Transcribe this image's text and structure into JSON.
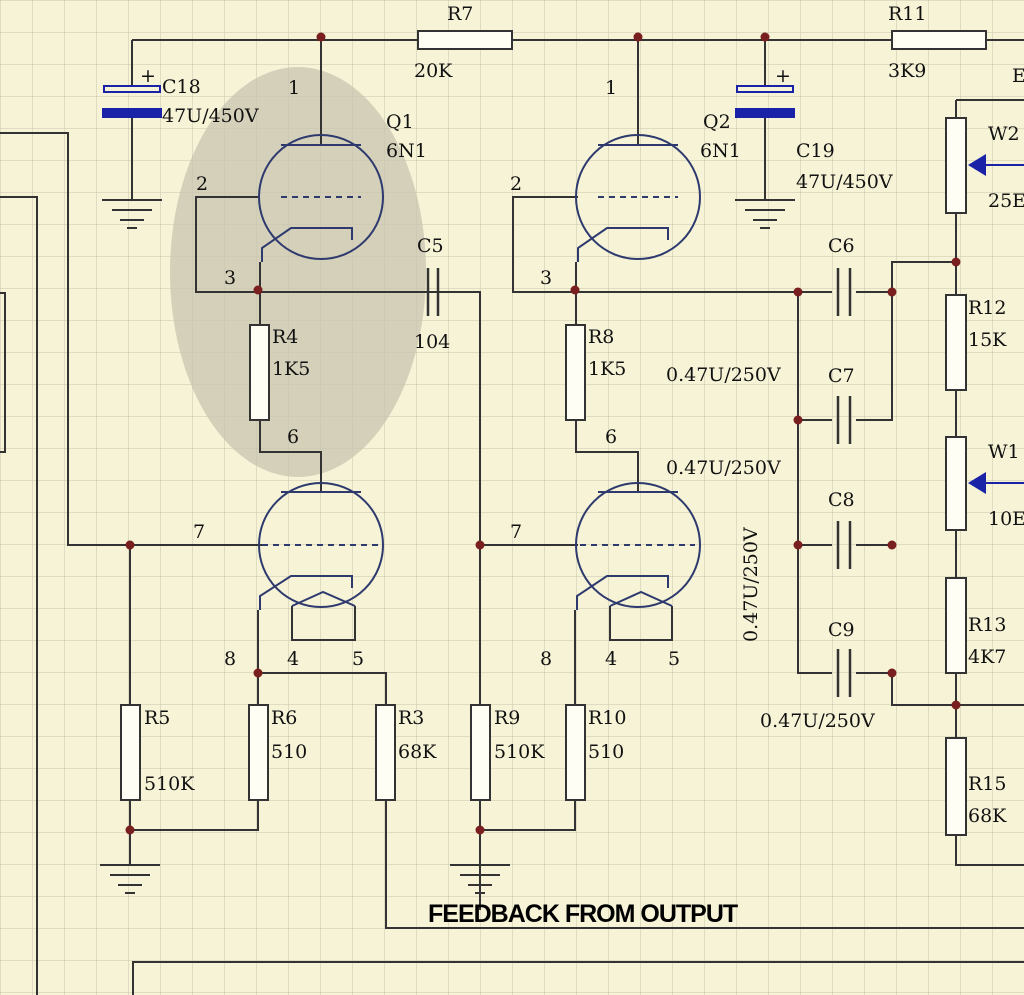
{
  "diagram": {
    "caption": "FEEDBACK FROM OUTPUT",
    "tubes": [
      {
        "ref": "Q1",
        "type": "6N1"
      },
      {
        "ref": "Q2",
        "type": "6N1"
      }
    ],
    "pins": {
      "q1_top": [
        "1",
        "2",
        "3"
      ],
      "q1_bottom": [
        "6",
        "7",
        "8",
        "4",
        "5"
      ],
      "q2_top": [
        "1",
        "2",
        "3"
      ],
      "q2_bottom": [
        "6",
        "7",
        "8",
        "4",
        "5"
      ]
    },
    "resistors": [
      {
        "ref": "R7",
        "value": "20K"
      },
      {
        "ref": "R11",
        "value": "3K9"
      },
      {
        "ref": "R4",
        "value": "1K5"
      },
      {
        "ref": "R8",
        "value": "1K5"
      },
      {
        "ref": "R5",
        "value": "510K"
      },
      {
        "ref": "R6",
        "value": "510"
      },
      {
        "ref": "R3",
        "value": "68K"
      },
      {
        "ref": "R9",
        "value": "510K"
      },
      {
        "ref": "R10",
        "value": "510"
      },
      {
        "ref": "R12",
        "value": "15K"
      },
      {
        "ref": "R13",
        "value": "4K7"
      },
      {
        "ref": "R15",
        "value": "68K"
      }
    ],
    "capacitors": [
      {
        "ref": "C18",
        "value": "47U/450V"
      },
      {
        "ref": "C19",
        "value": "47U/450V"
      },
      {
        "ref": "C5",
        "value": "104"
      },
      {
        "ref": "C6",
        "value": "0.47U/250V"
      },
      {
        "ref": "C7",
        "value": "0.47U/250V"
      },
      {
        "ref": "C8",
        "value": "0.47U/250V"
      },
      {
        "ref": "C9",
        "value": "0.47U/250V"
      }
    ],
    "potentiometers": [
      {
        "ref": "W2",
        "value": "25E"
      },
      {
        "ref": "W1",
        "value": "10E"
      }
    ],
    "edge_label": "E",
    "polarity": "+",
    "colors": {
      "background": "#f6f3d6",
      "grid": "#c9c6ad",
      "wire": "#333333",
      "tube": "#2e3a6e",
      "plate": "#1a22a8",
      "junction": "#7a1f1f",
      "highlight": "#c8c4b0"
    }
  }
}
